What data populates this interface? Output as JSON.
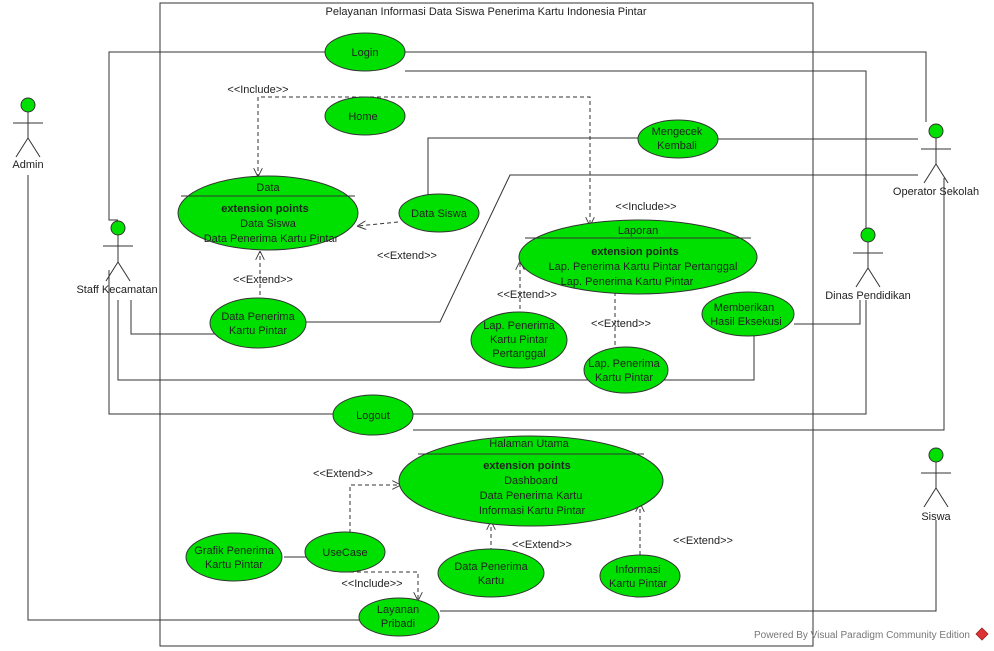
{
  "system": {
    "title": "Pelayanan Informasi Data Siswa Penerima Kartu Indonesia Pintar"
  },
  "actors": {
    "admin": "Admin",
    "staff": "Staff Kecamatan",
    "operator": "Operator Sekolah",
    "dinas": "Dinas Pendidikan",
    "siswa": "Siswa"
  },
  "usecases": {
    "login": "Login",
    "home": "Home",
    "mengecek": [
      "Mengecek",
      "Kembali"
    ],
    "data_siswa": "Data Siswa",
    "data": {
      "title": "Data",
      "ext_header": "extension points",
      "points": [
        "Data Siswa",
        "Data Penerima Kartu Pintar"
      ]
    },
    "laporan": {
      "title": "Laporan",
      "ext_header": "extension points",
      "points": [
        "Lap. Penerima Kartu Pintar Pertanggal",
        "Lap. Penerima Kartu Pintar"
      ]
    },
    "data_penerima_kp": [
      "Data Penerima",
      "Kartu Pintar"
    ],
    "lap_pertanggal": [
      "Lap. Penerima",
      "Kartu Pintar",
      "Pertanggal"
    ],
    "lap_penerima": [
      "Lap. Penerima",
      "Kartu Pintar"
    ],
    "memberikan": [
      "Memberikan",
      "Hasil Eksekusi"
    ],
    "logout": "Logout",
    "halaman": {
      "title": "Halaman Utama",
      "ext_header": "extension points",
      "points": [
        "Dashboard",
        "Data Penerima Kartu",
        "Informasi Kartu Pintar"
      ]
    },
    "grafik": [
      "Grafik Penerima",
      "Kartu Pintar"
    ],
    "usecase": "UseCase",
    "data_penerima_kartu": [
      "Data Penerima",
      "Kartu"
    ],
    "informasi": [
      "Informasi",
      "Kartu Pintar"
    ],
    "layanan": [
      "Layanan",
      "Pribadi"
    ]
  },
  "stereotypes": {
    "include": "<<Include>>",
    "extend": "<<Extend>>"
  },
  "footer": "Powered By  Visual Paradigm Community Edition"
}
